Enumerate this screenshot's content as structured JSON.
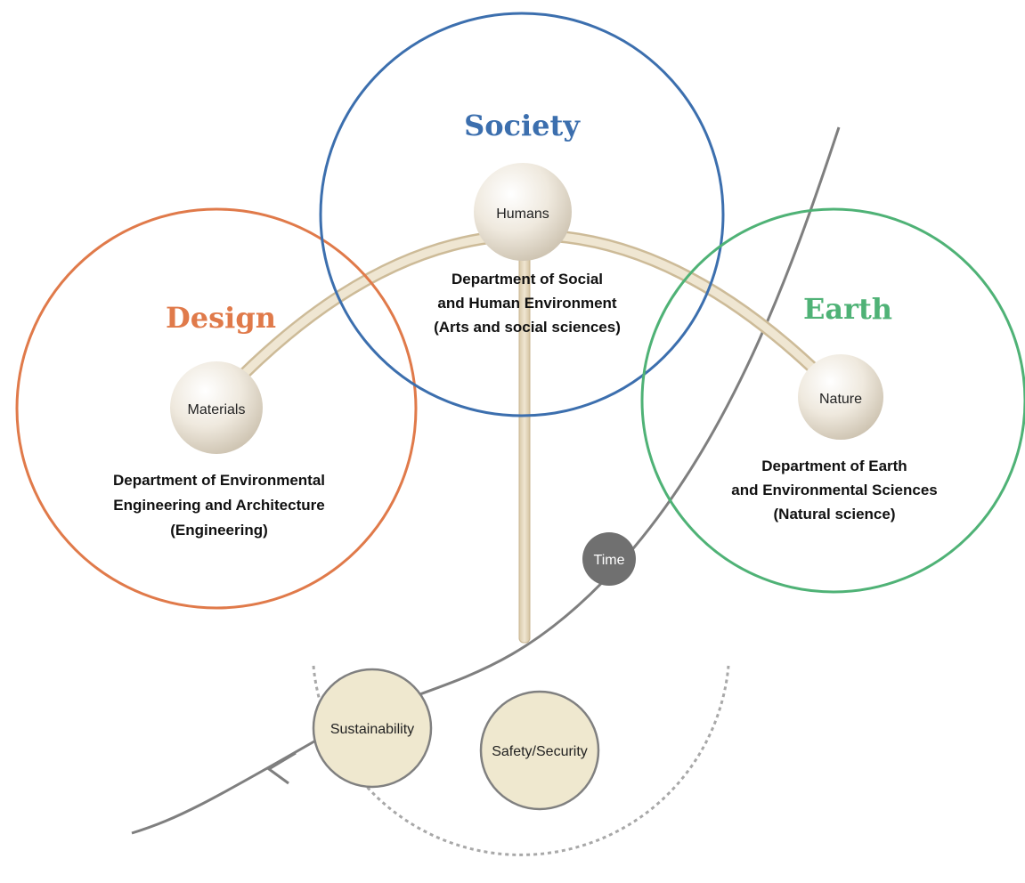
{
  "domains": {
    "society": {
      "title": "Society",
      "color": "#3c6fae"
    },
    "design": {
      "title": "Design",
      "color": "#e07a4a"
    },
    "earth": {
      "title": "Earth",
      "color": "#4fb276"
    }
  },
  "nodes": {
    "humans": "Humans",
    "materials": "Materials",
    "nature": "Nature"
  },
  "departments": {
    "social": [
      "Department of Social",
      "and Human Environment",
      "(Arts and social sciences)"
    ],
    "environmental": [
      "Department of Environmental",
      "Engineering and Architecture",
      "(Engineering)"
    ],
    "earth": [
      "Department of Earth",
      "and Environmental Sciences",
      "(Natural science)"
    ]
  },
  "time_label": "Time",
  "goals": {
    "sustainability": "Sustainability",
    "safety": "Safety/Security"
  },
  "colors": {
    "stick": "#e3d6bd",
    "sphere": "#ece6da",
    "goal_fill": "#efe8cf",
    "goal_stroke": "#808080",
    "time_line": "#7f7f7f",
    "time_badge": "#707070",
    "dashed_arc": "#a8a8a8"
  }
}
